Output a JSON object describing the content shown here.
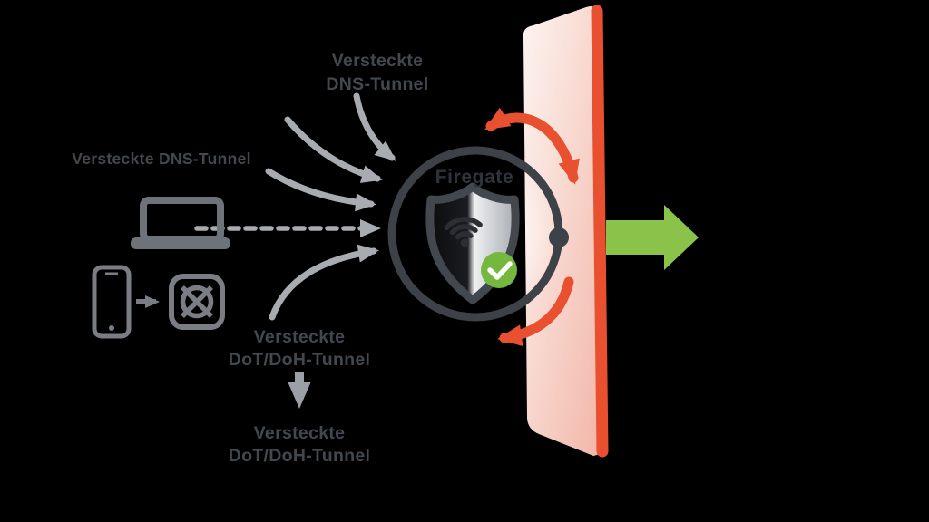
{
  "diagram": {
    "background_color": "#000000",
    "labels": {
      "top_tunnel": {
        "line1": "Versteckte",
        "line2": "DNS-Tunnel"
      },
      "left_tunnel": {
        "text": "Versteckte DNS-Tunnel"
      },
      "middle_tunnel": {
        "line1": "Versteckte",
        "line2": "DoT/DoH-Tunnel"
      },
      "bottom_tunnel": {
        "line1": "Versteckte",
        "line2": "DoT/DoH-Tunnel"
      },
      "gate": "Firegate"
    },
    "icons": {
      "laptop": "laptop-icon",
      "smartphone": "smartphone-icon",
      "blocked_app": "blocked-app-icon",
      "shield": "shield-wifi-icon",
      "check_badge": "check-badge-icon",
      "inspection_ring": "scan-ring-icon",
      "firewall": "firewall-panel"
    },
    "colors": {
      "label_text": "#43484f",
      "gate_text": "#2f343a",
      "gray_arrow": "#a8acb0",
      "device_icon": "#72767d",
      "ring_stroke": "#3c4247",
      "shield_border": "#43484e",
      "wifi_glyph": "#2b2f33",
      "badge_green": "#74b83e",
      "badge_check": "#ffffff",
      "wall_light": "#fdf4f1",
      "wall_mid": "#f8d9d0",
      "wall_deep": "#f2b4a6",
      "wall_edge_red": "#e8502f",
      "blocked_red": "#e8502f",
      "allowed_green": "#8bc34a"
    }
  }
}
